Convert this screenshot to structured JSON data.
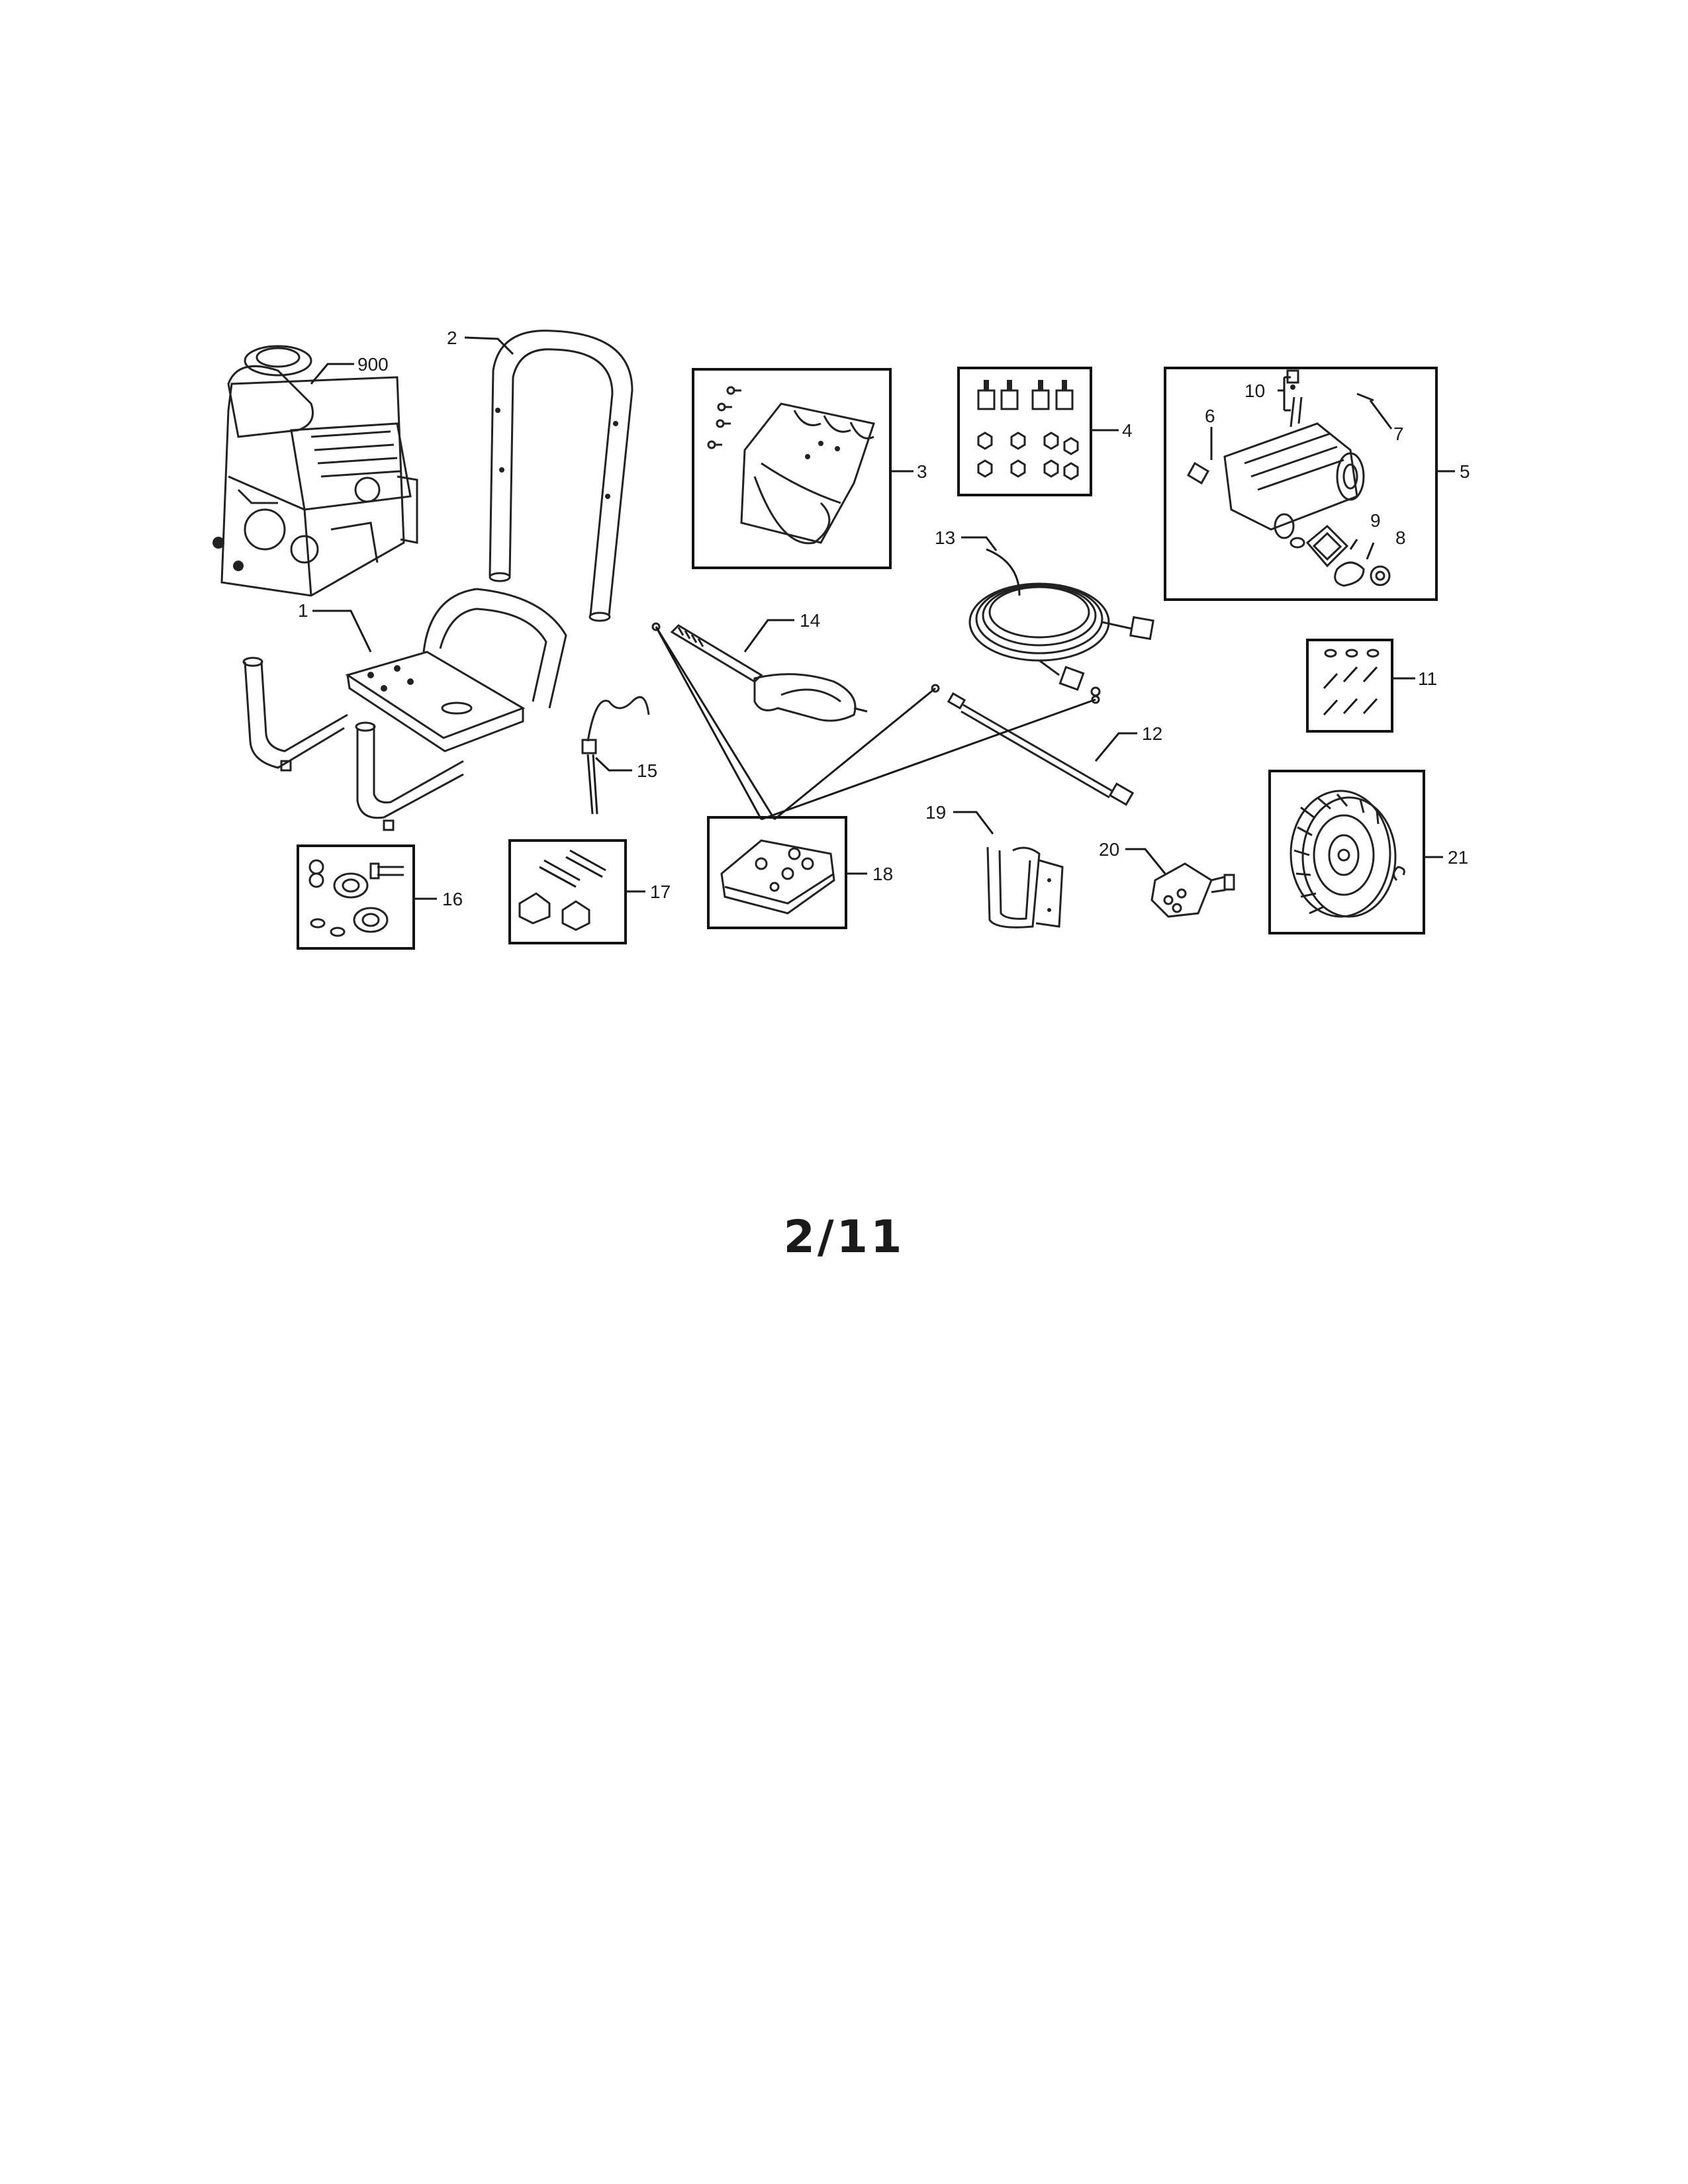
{
  "diagram": {
    "part_labels": {
      "p900": "900",
      "p1": "1",
      "p2": "2",
      "p3": "3",
      "p4": "4",
      "p5": "5",
      "p6": "6",
      "p7": "7",
      "p8": "8",
      "p9": "9",
      "p10": "10",
      "p11": "11",
      "p12": "12",
      "p13": "13",
      "p14": "14",
      "p15": "15",
      "p16": "16",
      "p17": "17",
      "p18": "18",
      "p19": "19",
      "p20": "20",
      "p21": "21"
    }
  },
  "page_number": "2/11"
}
